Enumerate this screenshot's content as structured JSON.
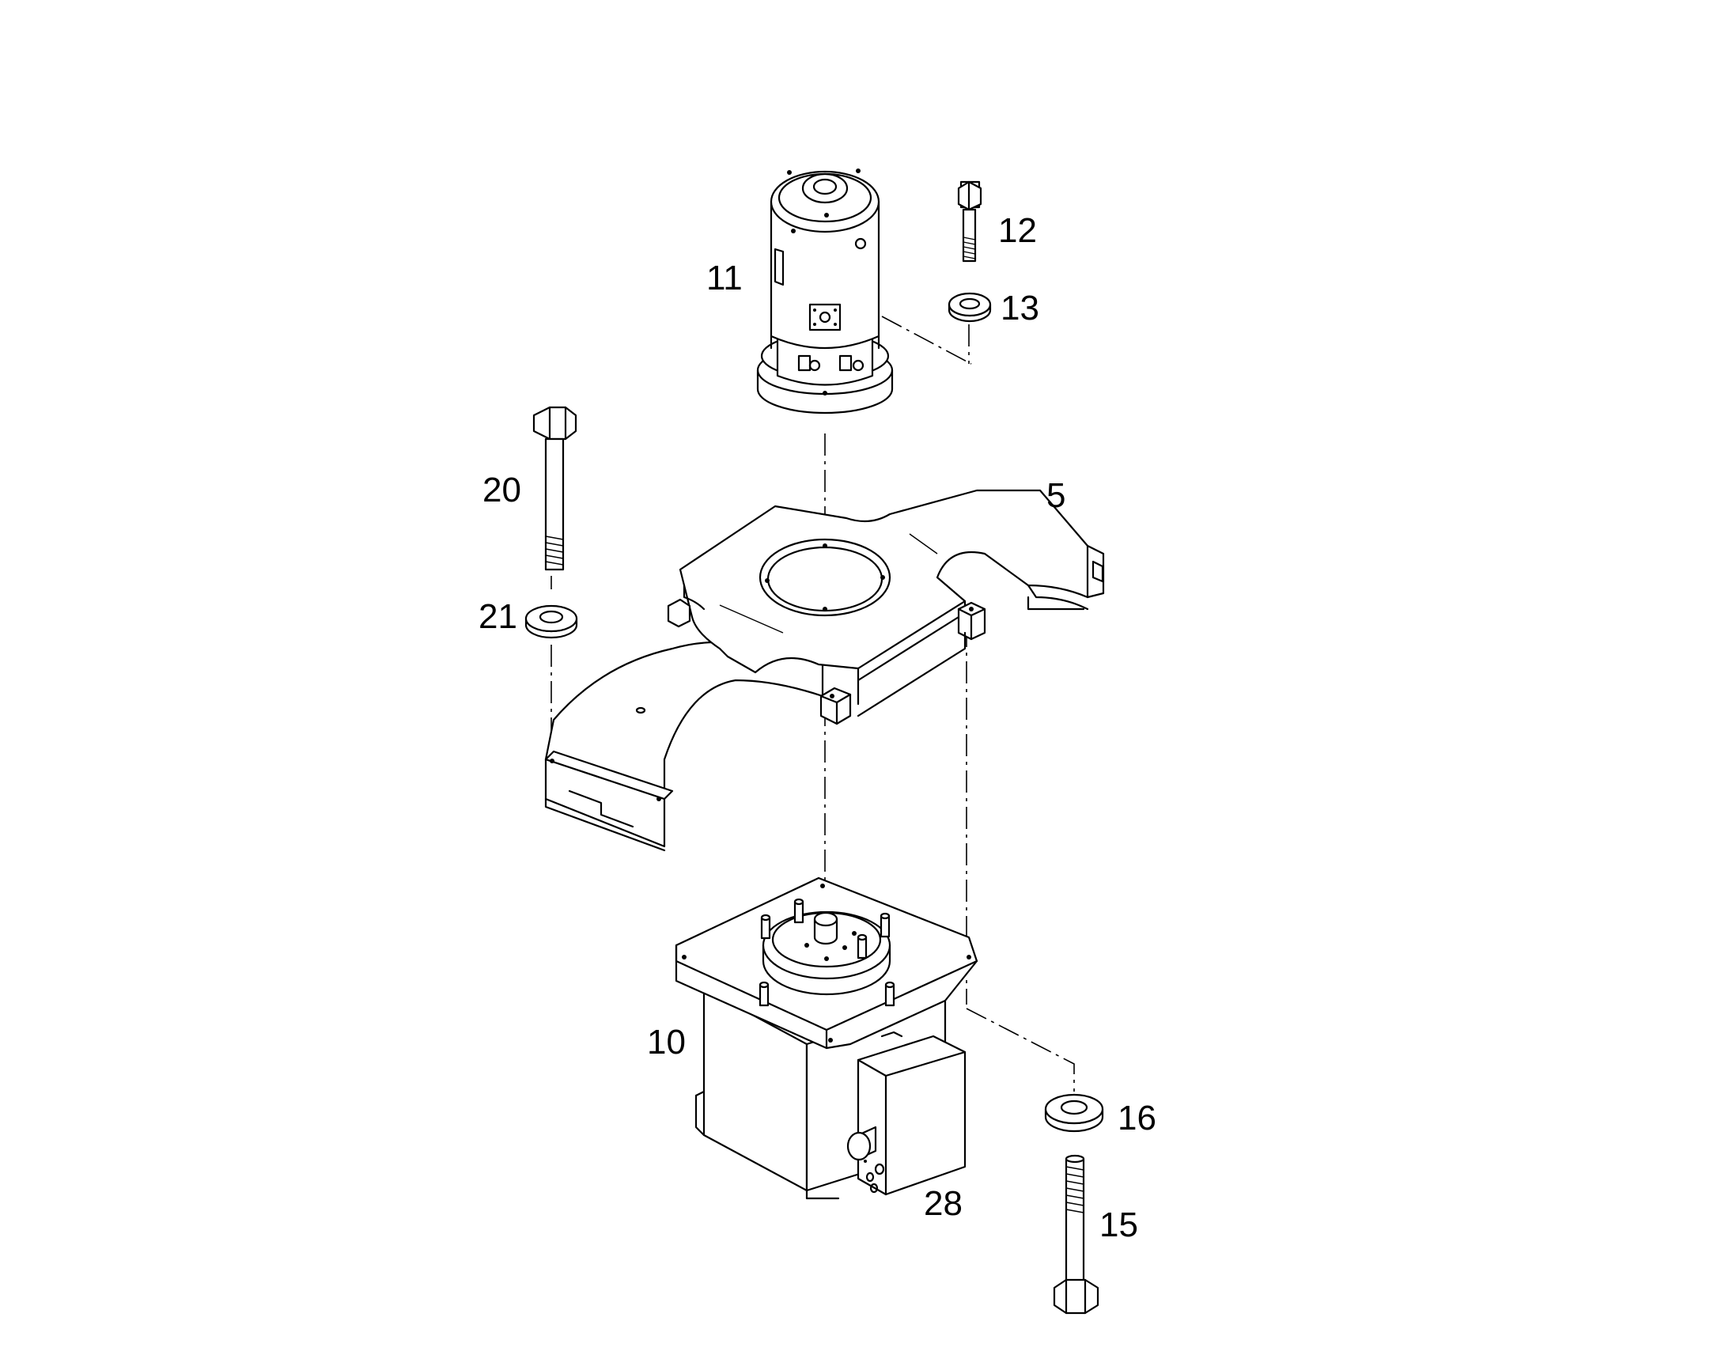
{
  "callouts": {
    "c11": "11",
    "c12": "12",
    "c13": "13",
    "c20": "20",
    "c5": "5",
    "c21": "21",
    "c10": "10",
    "c16": "16",
    "c28": "28",
    "c15": "15"
  },
  "colors": {
    "line": "#000000",
    "background": "#ffffff"
  }
}
